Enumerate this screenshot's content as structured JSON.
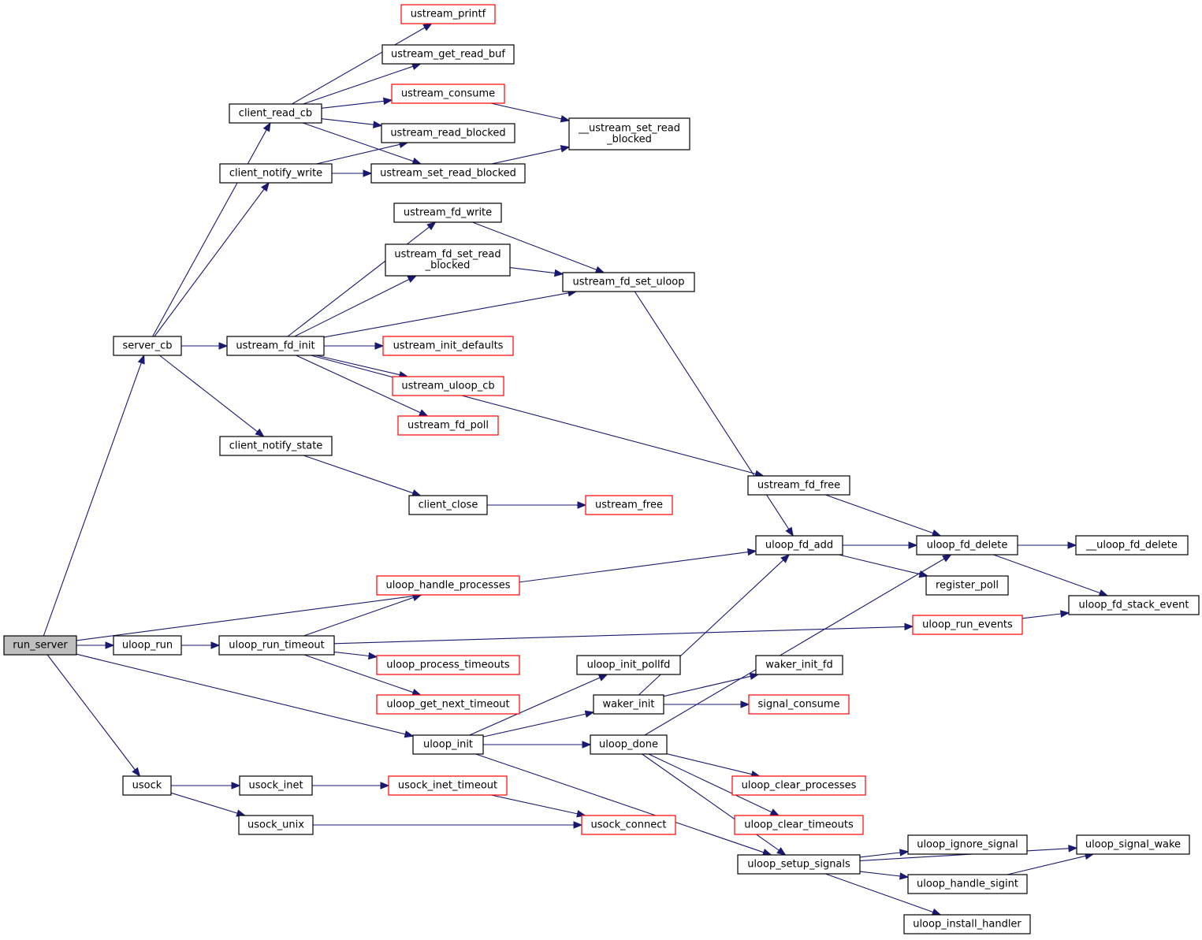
{
  "graph": {
    "kind": "call-graph",
    "colors": {
      "edge": "#191970",
      "node_border": "#000000",
      "truncated_node_border": "#ff0000",
      "root_fill": "#bfbfbf",
      "background": "#ffffff"
    },
    "nodes": [
      {
        "id": "run_server",
        "lines": [
          "run_server"
        ],
        "root": true
      },
      {
        "id": "server_cb",
        "lines": [
          "server_cb"
        ]
      },
      {
        "id": "uloop_run",
        "lines": [
          "uloop_run"
        ]
      },
      {
        "id": "usock",
        "lines": [
          "usock"
        ]
      },
      {
        "id": "client_read_cb",
        "lines": [
          "client_read_cb"
        ]
      },
      {
        "id": "client_notify_write",
        "lines": [
          "client_notify_write"
        ]
      },
      {
        "id": "ustream_fd_init",
        "lines": [
          "ustream_fd_init"
        ]
      },
      {
        "id": "client_notify_state",
        "lines": [
          "client_notify_state"
        ]
      },
      {
        "id": "uloop_run_timeout",
        "lines": [
          "uloop_run_timeout"
        ]
      },
      {
        "id": "usock_inet",
        "lines": [
          "usock_inet"
        ]
      },
      {
        "id": "usock_unix",
        "lines": [
          "usock_unix"
        ]
      },
      {
        "id": "ustream_printf",
        "lines": [
          "ustream_printf"
        ],
        "truncated": true
      },
      {
        "id": "ustream_get_read_buf",
        "lines": [
          "ustream_get_read_buf"
        ]
      },
      {
        "id": "ustream_consume",
        "lines": [
          "ustream_consume"
        ],
        "truncated": true
      },
      {
        "id": "ustream_read_blocked",
        "lines": [
          "ustream_read_blocked"
        ]
      },
      {
        "id": "ustream_set_read_blocked",
        "lines": [
          "ustream_set_read_blocked"
        ]
      },
      {
        "id": "ustream_fd_write",
        "lines": [
          "ustream_fd_write"
        ]
      },
      {
        "id": "ustream_fd_set_read_blocked",
        "lines": [
          "ustream_fd_set_read",
          "_blocked"
        ]
      },
      {
        "id": "ustream_init_defaults",
        "lines": [
          "ustream_init_defaults"
        ],
        "truncated": true
      },
      {
        "id": "ustream_uloop_cb",
        "lines": [
          "ustream_uloop_cb"
        ],
        "truncated": true
      },
      {
        "id": "ustream_fd_poll",
        "lines": [
          "ustream_fd_poll"
        ],
        "truncated": true
      },
      {
        "id": "client_close",
        "lines": [
          "client_close"
        ]
      },
      {
        "id": "uloop_handle_processes",
        "lines": [
          "uloop_handle_processes"
        ],
        "truncated": true
      },
      {
        "id": "uloop_process_timeouts",
        "lines": [
          "uloop_process_timeouts"
        ],
        "truncated": true
      },
      {
        "id": "uloop_get_next_timeout",
        "lines": [
          "uloop_get_next_timeout"
        ],
        "truncated": true
      },
      {
        "id": "uloop_init",
        "lines": [
          "uloop_init"
        ]
      },
      {
        "id": "usock_inet_timeout",
        "lines": [
          "usock_inet_timeout"
        ],
        "truncated": true
      },
      {
        "id": "__ustream_set_read_blocked",
        "lines": [
          "__ustream_set_read",
          "_blocked"
        ]
      },
      {
        "id": "ustream_fd_set_uloop",
        "lines": [
          "ustream_fd_set_uloop"
        ]
      },
      {
        "id": "ustream_fd_free",
        "lines": [
          "ustream_fd_free"
        ]
      },
      {
        "id": "ustream_free",
        "lines": [
          "ustream_free"
        ],
        "truncated": true
      },
      {
        "id": "uloop_fd_add",
        "lines": [
          "uloop_fd_add"
        ]
      },
      {
        "id": "uloop_init_pollfd",
        "lines": [
          "uloop_init_pollfd"
        ]
      },
      {
        "id": "waker_init",
        "lines": [
          "waker_init"
        ]
      },
      {
        "id": "uloop_done",
        "lines": [
          "uloop_done"
        ]
      },
      {
        "id": "usock_connect",
        "lines": [
          "usock_connect"
        ],
        "truncated": true
      },
      {
        "id": "waker_init_fd",
        "lines": [
          "waker_init_fd"
        ]
      },
      {
        "id": "signal_consume",
        "lines": [
          "signal_consume"
        ],
        "truncated": true
      },
      {
        "id": "uloop_clear_processes",
        "lines": [
          "uloop_clear_processes"
        ],
        "truncated": true
      },
      {
        "id": "uloop_clear_timeouts",
        "lines": [
          "uloop_clear_timeouts"
        ],
        "truncated": true
      },
      {
        "id": "uloop_setup_signals",
        "lines": [
          "uloop_setup_signals"
        ]
      },
      {
        "id": "uloop_fd_delete",
        "lines": [
          "uloop_fd_delete"
        ]
      },
      {
        "id": "register_poll",
        "lines": [
          "register_poll"
        ]
      },
      {
        "id": "uloop_run_events",
        "lines": [
          "uloop_run_events"
        ],
        "truncated": true
      },
      {
        "id": "uloop_ignore_signal",
        "lines": [
          "uloop_ignore_signal"
        ]
      },
      {
        "id": "uloop_handle_sigint",
        "lines": [
          "uloop_handle_sigint"
        ]
      },
      {
        "id": "uloop_install_handler",
        "lines": [
          "uloop_install_handler"
        ]
      },
      {
        "id": "__uloop_fd_delete",
        "lines": [
          "__uloop_fd_delete"
        ]
      },
      {
        "id": "uloop_fd_stack_event",
        "lines": [
          "uloop_fd_stack_event"
        ]
      },
      {
        "id": "uloop_signal_wake",
        "lines": [
          "uloop_signal_wake"
        ]
      }
    ],
    "edges": [
      [
        "run_server",
        "server_cb"
      ],
      [
        "run_server",
        "uloop_run"
      ],
      [
        "run_server",
        "usock"
      ],
      [
        "run_server",
        "uloop_fd_add"
      ],
      [
        "run_server",
        "uloop_init"
      ],
      [
        "server_cb",
        "client_read_cb"
      ],
      [
        "server_cb",
        "client_notify_write"
      ],
      [
        "server_cb",
        "ustream_fd_init"
      ],
      [
        "server_cb",
        "client_notify_state"
      ],
      [
        "client_read_cb",
        "ustream_printf"
      ],
      [
        "client_read_cb",
        "ustream_get_read_buf"
      ],
      [
        "client_read_cb",
        "ustream_consume"
      ],
      [
        "client_read_cb",
        "ustream_read_blocked"
      ],
      [
        "client_read_cb",
        "ustream_set_read_blocked"
      ],
      [
        "client_notify_write",
        "ustream_read_blocked"
      ],
      [
        "client_notify_write",
        "ustream_set_read_blocked"
      ],
      [
        "ustream_consume",
        "__ustream_set_read_blocked"
      ],
      [
        "ustream_set_read_blocked",
        "__ustream_set_read_blocked"
      ],
      [
        "ustream_fd_init",
        "ustream_fd_write"
      ],
      [
        "ustream_fd_init",
        "ustream_fd_set_read_blocked"
      ],
      [
        "ustream_fd_init",
        "ustream_fd_set_uloop"
      ],
      [
        "ustream_fd_init",
        "ustream_init_defaults"
      ],
      [
        "ustream_fd_init",
        "ustream_uloop_cb"
      ],
      [
        "ustream_fd_init",
        "ustream_fd_poll"
      ],
      [
        "ustream_fd_init",
        "ustream_fd_free"
      ],
      [
        "ustream_fd_write",
        "ustream_fd_set_uloop"
      ],
      [
        "ustream_fd_set_read_blocked",
        "ustream_fd_set_uloop"
      ],
      [
        "ustream_fd_set_uloop",
        "uloop_fd_add"
      ],
      [
        "client_notify_state",
        "client_close"
      ],
      [
        "client_close",
        "ustream_free"
      ],
      [
        "ustream_fd_free",
        "uloop_fd_delete"
      ],
      [
        "uloop_fd_add",
        "uloop_fd_delete"
      ],
      [
        "uloop_fd_add",
        "register_poll"
      ],
      [
        "uloop_fd_delete",
        "__uloop_fd_delete"
      ],
      [
        "uloop_fd_delete",
        "uloop_fd_stack_event"
      ],
      [
        "uloop_run",
        "uloop_run_timeout"
      ],
      [
        "uloop_run_timeout",
        "uloop_handle_processes"
      ],
      [
        "uloop_run_timeout",
        "uloop_run_events"
      ],
      [
        "uloop_run_timeout",
        "uloop_process_timeouts"
      ],
      [
        "uloop_run_timeout",
        "uloop_get_next_timeout"
      ],
      [
        "uloop_run_events",
        "uloop_fd_stack_event"
      ],
      [
        "uloop_init",
        "uloop_init_pollfd"
      ],
      [
        "uloop_init",
        "waker_init"
      ],
      [
        "uloop_init",
        "uloop_done"
      ],
      [
        "uloop_init",
        "uloop_setup_signals"
      ],
      [
        "waker_init",
        "uloop_fd_add"
      ],
      [
        "waker_init",
        "waker_init_fd"
      ],
      [
        "waker_init",
        "signal_consume"
      ],
      [
        "uloop_done",
        "uloop_fd_delete"
      ],
      [
        "uloop_done",
        "uloop_clear_processes"
      ],
      [
        "uloop_done",
        "uloop_clear_timeouts"
      ],
      [
        "uloop_done",
        "uloop_setup_signals"
      ],
      [
        "uloop_setup_signals",
        "uloop_signal_wake"
      ],
      [
        "uloop_setup_signals",
        "uloop_ignore_signal"
      ],
      [
        "uloop_setup_signals",
        "uloop_handle_sigint"
      ],
      [
        "uloop_setup_signals",
        "uloop_install_handler"
      ],
      [
        "uloop_handle_sigint",
        "uloop_signal_wake"
      ],
      [
        "usock",
        "usock_inet"
      ],
      [
        "usock",
        "usock_unix"
      ],
      [
        "usock_inet",
        "usock_inet_timeout"
      ],
      [
        "usock_inet_timeout",
        "usock_connect"
      ],
      [
        "usock_unix",
        "usock_connect"
      ]
    ]
  }
}
